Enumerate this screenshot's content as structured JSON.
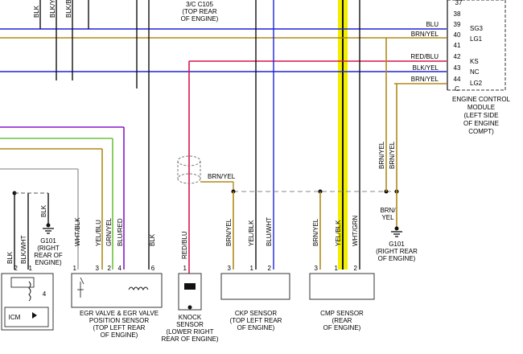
{
  "header": {
    "connector_line1": "3/C C105",
    "connector_line2": "(TOP REAR",
    "connector_line3": "OF ENGINE)"
  },
  "top_left_wire_labels": [
    "BLK",
    "BLK/YEL",
    "BLK/BLU"
  ],
  "ecm": {
    "pins": [
      {
        "num": "37",
        "name": ""
      },
      {
        "num": "38",
        "name": ""
      },
      {
        "num": "39",
        "name": "SG3",
        "wire": "BLU"
      },
      {
        "num": "40",
        "name": "LG1",
        "wire": "BRN/YEL"
      },
      {
        "num": "41",
        "name": ""
      },
      {
        "num": "42",
        "name": "KS",
        "wire": "RED/BLU"
      },
      {
        "num": "43",
        "name": "NC",
        "wire": "BLK/YEL"
      },
      {
        "num": "44",
        "name": "LG2",
        "wire": "BRN/YEL"
      }
    ],
    "bottom_pin_mark": "C",
    "label_lines": [
      "ENGINE CONTROL",
      "MODULE",
      "(LEFT SIDE",
      "OF ENGINE",
      "COMPT)"
    ]
  },
  "ground_left": {
    "wire": "BLK",
    "lines": [
      "G101",
      "(RIGHT",
      "REAR OF",
      "ENGINE)"
    ]
  },
  "ground_right": {
    "wire_line1": "BRN/",
    "wire_line2": "YEL",
    "lines": [
      "G101",
      "(RIGHT REAR",
      "OF ENGINE)"
    ]
  },
  "right_vertical_labels": [
    "BRN/YEL",
    "BRN/YEL"
  ],
  "shield_wire": "BRN/YEL",
  "icm": {
    "wires": [
      "BLK",
      "BLK/WHT"
    ],
    "pins": [
      "2",
      "1"
    ],
    "label": "ICM",
    "inner_pin": "4"
  },
  "egr": {
    "wires": [
      "WHT/BLK",
      "YEL/BLU",
      "GRN/YEL",
      "BLU/RED",
      "BLK"
    ],
    "pins": [
      "1",
      "3",
      "2",
      "4",
      "6"
    ],
    "label_lines": [
      "EGR VALVE & EGR VALVE",
      "POSITION SENSOR",
      "(TOP LEFT REAR",
      "OF ENGINE)"
    ]
  },
  "knock": {
    "wire": "RED/BLU",
    "pin": "1",
    "label_lines": [
      "KNOCK",
      "SENSOR",
      "(LOWER RIGHT",
      "REAR OF ENGINE)"
    ]
  },
  "ckp": {
    "wires": [
      "BRN/YEL",
      "YEL/BLK",
      "BLU/WHT"
    ],
    "pins": [
      "3",
      "1",
      "2"
    ],
    "label_lines": [
      "CKP SENSOR",
      "(TOP LEFT REAR",
      "OF ENGINE)"
    ]
  },
  "cmp": {
    "wires": [
      "BRN/YEL",
      "YEL/BLK",
      "WHT/GRN"
    ],
    "pins": [
      "3",
      "1",
      "2"
    ],
    "label_lines": [
      "CMP SENSOR",
      "(REAR",
      "OF ENGINE)"
    ]
  },
  "colors": {
    "blue": "#1e22d8",
    "brown_yellow": "#b08a18",
    "red": "#d8154a",
    "purple": "#8a18c8",
    "yellow": "#f2ee00",
    "green": "#6cc23a",
    "gray": "#a8a8a8",
    "black": "#111111"
  }
}
